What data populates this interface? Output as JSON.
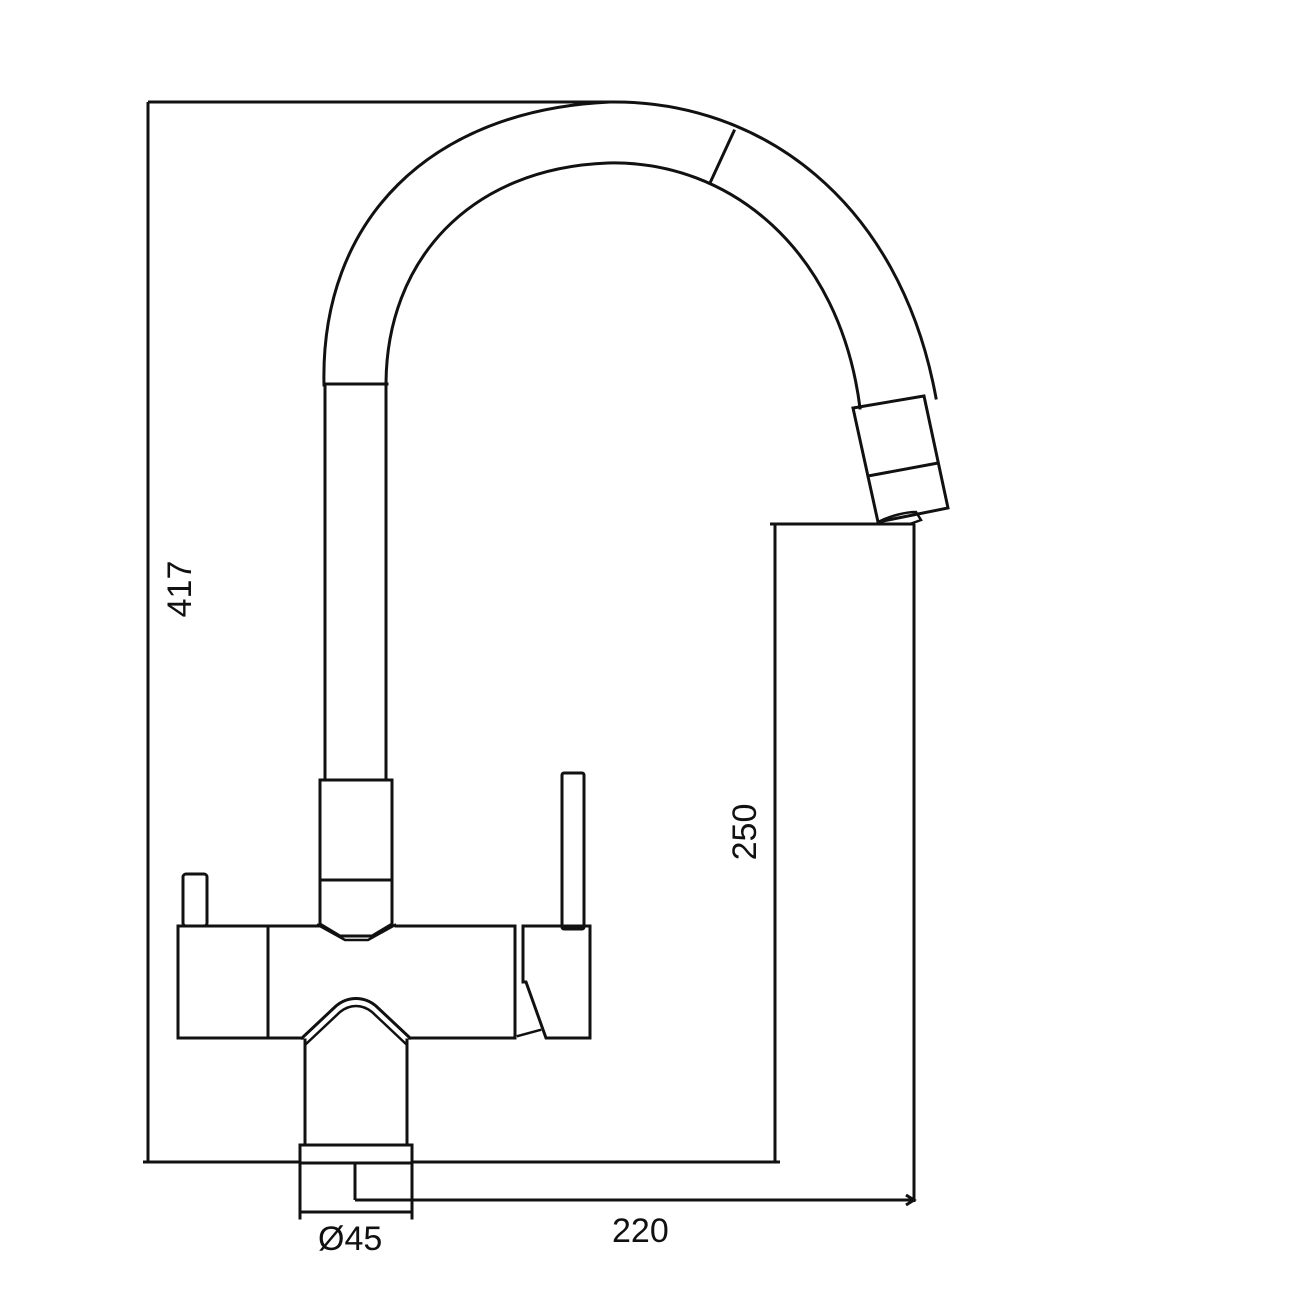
{
  "drawing": {
    "subject": "Kitchen faucet with swivel spout and dual side handles",
    "units": "mm",
    "line_color": "#111111",
    "background": "#ffffff"
  },
  "dimensions": {
    "overall_height": {
      "label": "417",
      "orientation": "vertical"
    },
    "spout_height": {
      "label": "250",
      "orientation": "vertical"
    },
    "spout_reach": {
      "label": "220",
      "orientation": "horizontal"
    },
    "base_diameter": {
      "label": "Ø45",
      "orientation": "horizontal"
    }
  },
  "components": [
    "swivel-spout",
    "spout-joint-ring",
    "aerator-head",
    "spout-column",
    "column-collar",
    "valve-body",
    "left-handle-lever",
    "right-handle-lever",
    "base-riser",
    "base-flange"
  ]
}
